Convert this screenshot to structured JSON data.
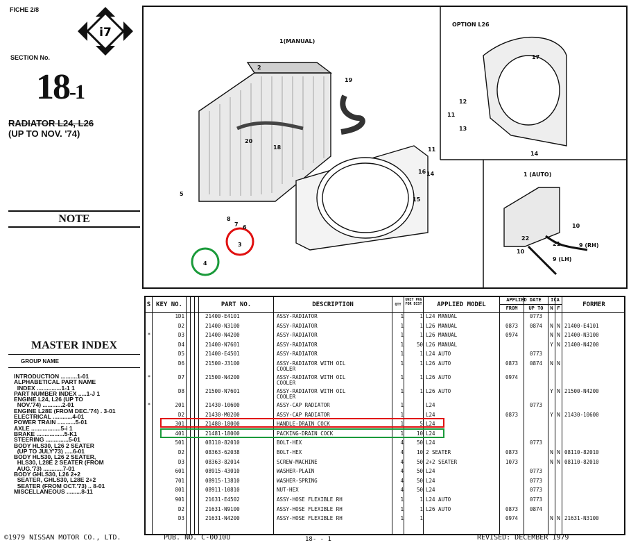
{
  "fiche": "FICHE 2/8",
  "logo_code": "i7",
  "section_label": "SECTION No.",
  "section_number": "18",
  "section_sub": "-1",
  "section_title_line1": "RADIATOR L24, L26",
  "section_title_line2": "(UP TO NOV. '74)",
  "note_title": "NOTE",
  "master_index_title": "MASTER INDEX",
  "group_name_label": "GROUP NAME",
  "master_index": [
    "INTRODUCTION ..........1-01",
    "ALPHABETICAL PART NAME",
    "  INDEX ...............1-1 1",
    "PART NUMBER INDEX .....1-J 1",
    "ENGINE L24, L26 (UP TO",
    "  NOV.'74) ............2-01",
    "ENGINE L28E (FROM DEC.'74) . 3-01",
    "ELECTRICAL ............4-01",
    "POWER TRAIN ...........5-01",
    "AXLE ..................5-i 1",
    "BRAKE .................5-K1",
    "STEERING ..............5-01",
    "BODY HLS30, L26 2 SEATER",
    "  (UP TO JULY'73) .....6-01",
    "BODY HLS30, L26 2 SEATER,",
    "  HLS30, L28E 2 SEATER (FROM",
    "  AUG.'73) ............7-01",
    "BODY GHLS30, L26 2+2",
    "  SEATER, GHLS30, L28E 2+2",
    "  SEATER (FROM OCT.'73) .. 8-01",
    "MISCELLANEOUS .........8-11"
  ],
  "drawing_labels": {
    "option": "OPTION L26",
    "manual": "1(MANUAL)",
    "auto": "1 (AUTO)",
    "rh": "9 (RH)",
    "lh": "9 (LH)",
    "numbers": [
      "2",
      "19",
      "20",
      "18",
      "11",
      "5",
      "6",
      "7",
      "8",
      "3",
      "4",
      "16",
      "14",
      "15",
      "17",
      "12",
      "13",
      "14",
      "11",
      "22",
      "21",
      "10",
      "10"
    ]
  },
  "table": {
    "headers": {
      "s": "S",
      "key_no": "KEY NO.",
      "part_no": "PART NO.",
      "description": "DESCRIPTION",
      "qty": "QTY",
      "unit_pkg": "UNIT PKG FOR DIST",
      "applied_model": "APPLIED MODEL",
      "applied_date": "APPLIED DATE",
      "from": "FROM",
      "up_to": "UP TO",
      "ica": "ICA",
      "n": "N",
      "f": "F",
      "former": "FORMER"
    },
    "rows": [
      {
        "s": "",
        "key": "1D1",
        "part": "21400-E4101",
        "desc": "ASSY-RADIATOR",
        "qty": "1",
        "pkg": "1",
        "model": "L24 MANUAL",
        "from": "",
        "upto": "0773",
        "n": "",
        "f": "",
        "former": ""
      },
      {
        "s": "",
        "key": "D2",
        "part": "21400-N3100",
        "desc": "ASSY-RADIATOR",
        "qty": "1",
        "pkg": "1",
        "model": "L26 MANUAL",
        "from": "0873",
        "upto": "0874",
        "n": "N",
        "f": "N",
        "former": "21400-E4101"
      },
      {
        "s": "*",
        "key": "D3",
        "part": "21400-N4200",
        "desc": "ASSY-RADIATOR",
        "qty": "1",
        "pkg": "1",
        "model": "L26 MANUAL",
        "from": "0974",
        "upto": "",
        "n": "N",
        "f": "N",
        "former": "21400-N3100"
      },
      {
        "s": "",
        "key": "D4",
        "part": "21400-N7601",
        "desc": "ASSY-RADIATOR",
        "qty": "1",
        "pkg": "50",
        "model": "L26 MANUAL",
        "from": "",
        "upto": "",
        "n": "Y",
        "f": "N",
        "former": "21400-N4200"
      },
      {
        "s": "",
        "key": "D5",
        "part": "21400-E4501",
        "desc": "ASSY-RADIATOR",
        "qty": "1",
        "pkg": "1",
        "model": "L24 AUTO",
        "from": "",
        "upto": "0773",
        "n": "",
        "f": "",
        "former": ""
      },
      {
        "s": "",
        "key": "D6",
        "part": "21500-J3100",
        "desc": "ASSY-RADIATOR WITH OIL",
        "desc2": "COOLER",
        "qty": "1",
        "pkg": "1",
        "model": "L26 AUTO",
        "from": "0873",
        "upto": "0874",
        "n": "N",
        "f": "N",
        "former": ""
      },
      {
        "s": "*",
        "key": "D7",
        "part": "21500-N4200",
        "desc": "ASSY-RADIATOR WITH OIL",
        "desc2": "COOLER",
        "qty": "1",
        "pkg": "1",
        "model": "L26 AUTO",
        "from": "0974",
        "upto": "",
        "n": "",
        "f": "",
        "former": ""
      },
      {
        "s": "",
        "key": "D8",
        "part": "21500-N7601",
        "desc": "ASSY-RADIATOR WITH OIL",
        "desc2": "COOLER",
        "qty": "1",
        "pkg": "1",
        "model": "L26 AUTO",
        "from": "",
        "upto": "",
        "n": "Y",
        "f": "N",
        "former": "21500-N4200"
      },
      {
        "s": "*",
        "key": "201",
        "part": "21430-10600",
        "desc": "ASSY-CAP RADIATOR",
        "qty": "1",
        "pkg": "",
        "model": "L24",
        "from": "",
        "upto": "0773",
        "n": "",
        "f": "",
        "former": ""
      },
      {
        "s": "",
        "key": "D2",
        "part": "21430-M0200",
        "desc": "ASSY-CAP RADIATOR",
        "qty": "1",
        "pkg": "",
        "model": "L24",
        "from": "0873",
        "upto": "",
        "n": "Y",
        "f": "N",
        "former": "21430-10600"
      },
      {
        "s": "",
        "key": "301",
        "part": "21480-18000",
        "desc": "HANDLE-DRAIN COCK",
        "qty": "1",
        "pkg": "5",
        "model": "L24",
        "from": "",
        "upto": "",
        "n": "",
        "f": "",
        "former": ""
      },
      {
        "s": "",
        "key": "401",
        "part": "21481-18000",
        "desc": "PACKING-DRAIN COCK",
        "qty": "1",
        "pkg": "10",
        "model": "L24",
        "from": "",
        "upto": "",
        "n": "",
        "f": "",
        "former": ""
      },
      {
        "s": "",
        "key": "501",
        "part": "08110-82010",
        "desc": "BOLT-HEX",
        "qty": "4",
        "pkg": "50",
        "model": "L24",
        "from": "",
        "upto": "0773",
        "n": "",
        "f": "",
        "former": ""
      },
      {
        "s": "",
        "key": "D2",
        "part": "08363-62038",
        "desc": "BOLT-HEX",
        "qty": "4",
        "pkg": "10",
        "model": "2 SEATER",
        "from": "0873",
        "upto": "",
        "n": "N",
        "f": "N",
        "former": "08110-82010"
      },
      {
        "s": "",
        "key": "D3",
        "part": "08363-82014",
        "desc": "SCREW-MACHINE",
        "qty": "4",
        "pkg": "50",
        "model": "2+2 SEATER",
        "from": "1073",
        "upto": "",
        "n": "N",
        "f": "N",
        "former": "08110-82010"
      },
      {
        "s": "",
        "key": "601",
        "part": "08915-43010",
        "desc": "WASHER-PLAIN",
        "qty": "4",
        "pkg": "50",
        "model": "L24",
        "from": "",
        "upto": "0773",
        "n": "",
        "f": "",
        "former": ""
      },
      {
        "s": "",
        "key": "701",
        "part": "08915-13810",
        "desc": "WASHER-SPRING",
        "qty": "4",
        "pkg": "50",
        "model": "L24",
        "from": "",
        "upto": "0773",
        "n": "",
        "f": "",
        "former": ""
      },
      {
        "s": "",
        "key": "801",
        "part": "08911-10810",
        "desc": "NUT-HEX",
        "qty": "4",
        "pkg": "50",
        "model": "L24",
        "from": "",
        "upto": "0773",
        "n": "",
        "f": "",
        "former": ""
      },
      {
        "s": "",
        "key": "901",
        "part": "21631-E4502",
        "desc": "ASSY-HOSE FLEXIBLE RH",
        "qty": "1",
        "pkg": "1",
        "model": "L24 AUTO",
        "from": "",
        "upto": "0773",
        "n": "",
        "f": "",
        "former": ""
      },
      {
        "s": "",
        "key": "D2",
        "part": "21631-N9100",
        "desc": "ASSY-HOSE FLEXIBLE RH",
        "qty": "1",
        "pkg": "1",
        "model": "L26 AUTO",
        "from": "0873",
        "upto": "0874",
        "n": "",
        "f": "",
        "former": ""
      },
      {
        "s": "",
        "key": "D3",
        "part": "21631-N4200",
        "desc": "ASSY-HOSE FLEXIBLE RH",
        "qty": "1",
        "pkg": "1",
        "model": "",
        "from": "0974",
        "upto": "",
        "n": "N",
        "f": "N",
        "former": "21631-N3100"
      }
    ]
  },
  "footer": {
    "copyright": "©1979 NISSAN MOTOR CO., LTD.",
    "pub": "PUB. NO. C-0010U",
    "page": "18- - 1",
    "revised": "REVISED: DECEMBER 1979"
  },
  "highlight_colors": {
    "red": "#e01010",
    "green": "#1a9a3a"
  }
}
